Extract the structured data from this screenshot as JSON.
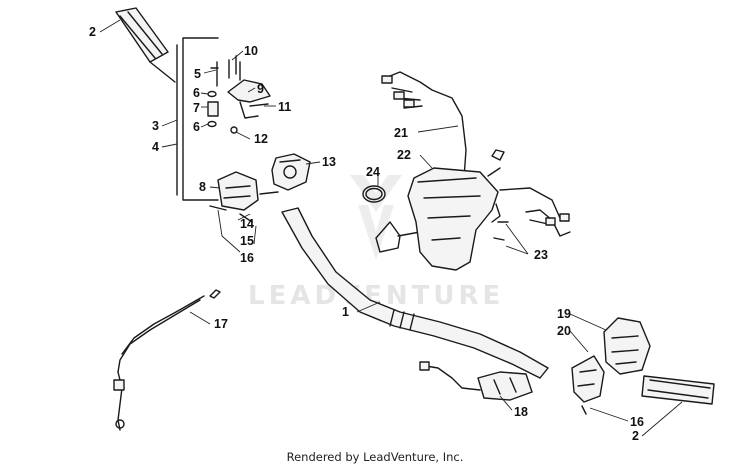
{
  "diagram": {
    "watermark": "LEADVENTURE",
    "footer": "Rendered by LeadVenture, Inc.",
    "callouts": [
      {
        "id": "c2a",
        "label": "2"
      },
      {
        "id": "c10",
        "label": "10"
      },
      {
        "id": "c5",
        "label": "5"
      },
      {
        "id": "c9",
        "label": "9"
      },
      {
        "id": "c6a",
        "label": "6"
      },
      {
        "id": "c7",
        "label": "7"
      },
      {
        "id": "c11",
        "label": "11"
      },
      {
        "id": "c3",
        "label": "3"
      },
      {
        "id": "c6b",
        "label": "6"
      },
      {
        "id": "c12",
        "label": "12"
      },
      {
        "id": "c4",
        "label": "4"
      },
      {
        "id": "c13",
        "label": "13"
      },
      {
        "id": "c8",
        "label": "8"
      },
      {
        "id": "c14",
        "label": "14"
      },
      {
        "id": "c15",
        "label": "15"
      },
      {
        "id": "c16a",
        "label": "16"
      },
      {
        "id": "c21",
        "label": "21"
      },
      {
        "id": "c22",
        "label": "22"
      },
      {
        "id": "c24",
        "label": "24"
      },
      {
        "id": "c23",
        "label": "23"
      },
      {
        "id": "c17",
        "label": "17"
      },
      {
        "id": "c1",
        "label": "1"
      },
      {
        "id": "c19",
        "label": "19"
      },
      {
        "id": "c20",
        "label": "20"
      },
      {
        "id": "c18",
        "label": "18"
      },
      {
        "id": "c16b",
        "label": "16"
      },
      {
        "id": "c2b",
        "label": "2"
      }
    ]
  }
}
